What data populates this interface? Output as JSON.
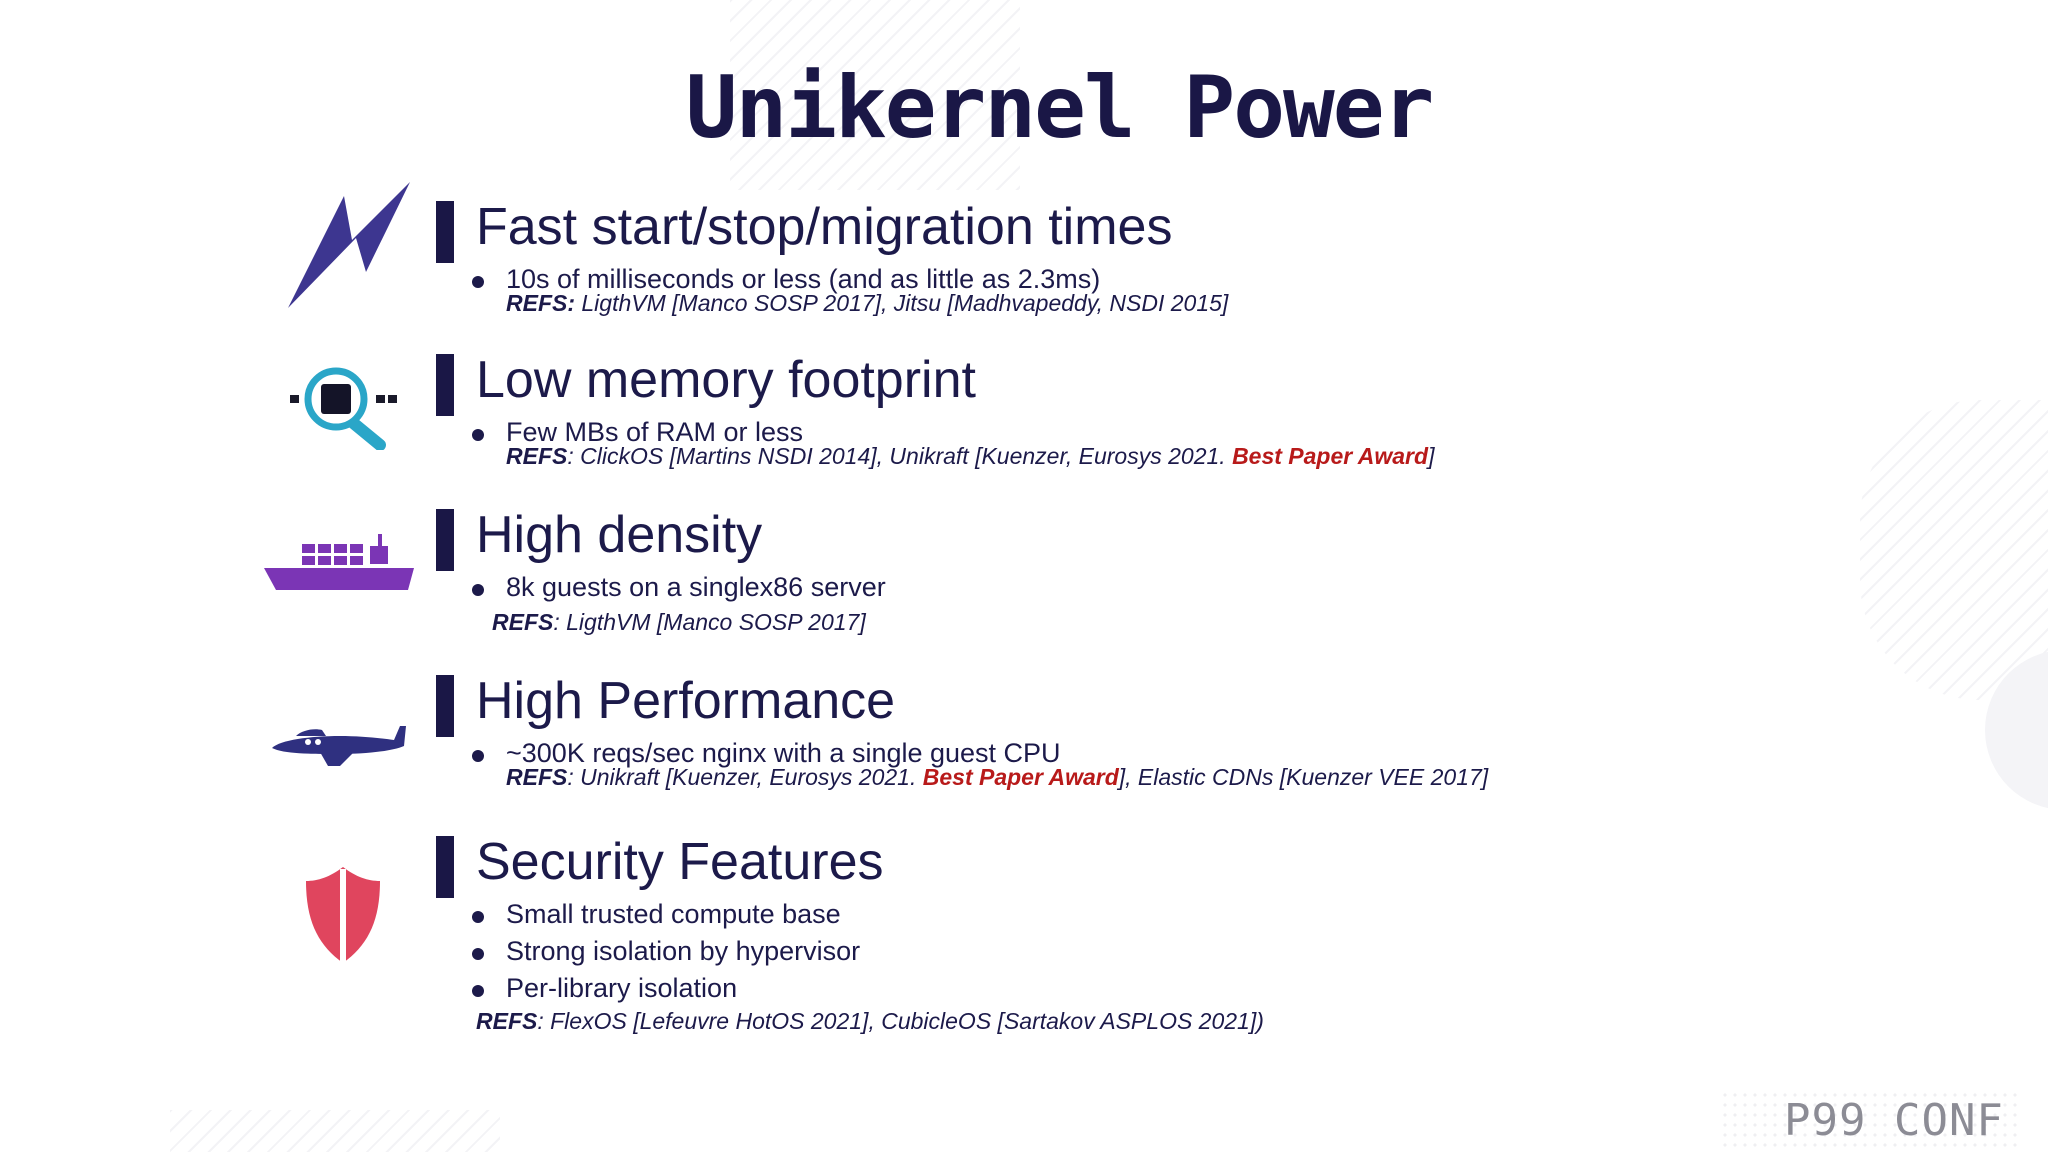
{
  "title": "Unikernel Power",
  "sections": [
    {
      "heading": "Fast start/stop/migration times",
      "bullets": [
        "10s of milliseconds or less (and as little as 2.3ms)"
      ],
      "refs": {
        "label": "REFS:",
        "text": " LigthVM [Manco SOSP 2017], Jitsu [Madhvapeddy, NSDI 2015]"
      },
      "icon": "lightning-icon"
    },
    {
      "heading": "Low memory footprint",
      "bullets": [
        "Few MBs of RAM or less"
      ],
      "refs": {
        "label": "REFS",
        "text": ": ClickOS [Martins NSDI 2014], Unikraft [Kuenzer, Eurosys 2021. ",
        "award": "Best Paper Award",
        "tail": "]"
      },
      "icon": "memory-magnifier-icon"
    },
    {
      "heading": "High density",
      "bullets": [
        "8k guests on a singlex86  server"
      ],
      "refs": {
        "label": "REFS",
        "text": ": LigthVM [Manco SOSP 2017]"
      },
      "icon": "cargo-ship-icon"
    },
    {
      "heading": "High Performance",
      "bullets": [
        "~300K reqs/sec nginx with a single guest CPU"
      ],
      "refs": {
        "label": "REFS",
        "text": ": Unikraft [Kuenzer, Eurosys 2021. ",
        "award": "Best Paper Award",
        "tail": "], Elastic CDNs [Kuenzer VEE 2017]"
      },
      "icon": "airplane-icon"
    },
    {
      "heading": "Security Features",
      "bullets": [
        "Small trusted compute base",
        "Strong isolation by hypervisor",
        "Per-library isolation"
      ],
      "refs": {
        "label": "REFS",
        "text": ": FlexOS [Lefeuvre HotOS 2021], CubicleOS [Sartakov ASPLOS 2021])"
      },
      "icon": "shield-icon"
    }
  ],
  "logo": "P99 CONF",
  "colors": {
    "navy": "#1a1746",
    "award_red": "#b81a1a",
    "lightning": "#3d3690",
    "magnifier": "#2aa6c8",
    "ship": "#7b35b5",
    "plane": "#2f3080",
    "shield": "#e0455e"
  }
}
